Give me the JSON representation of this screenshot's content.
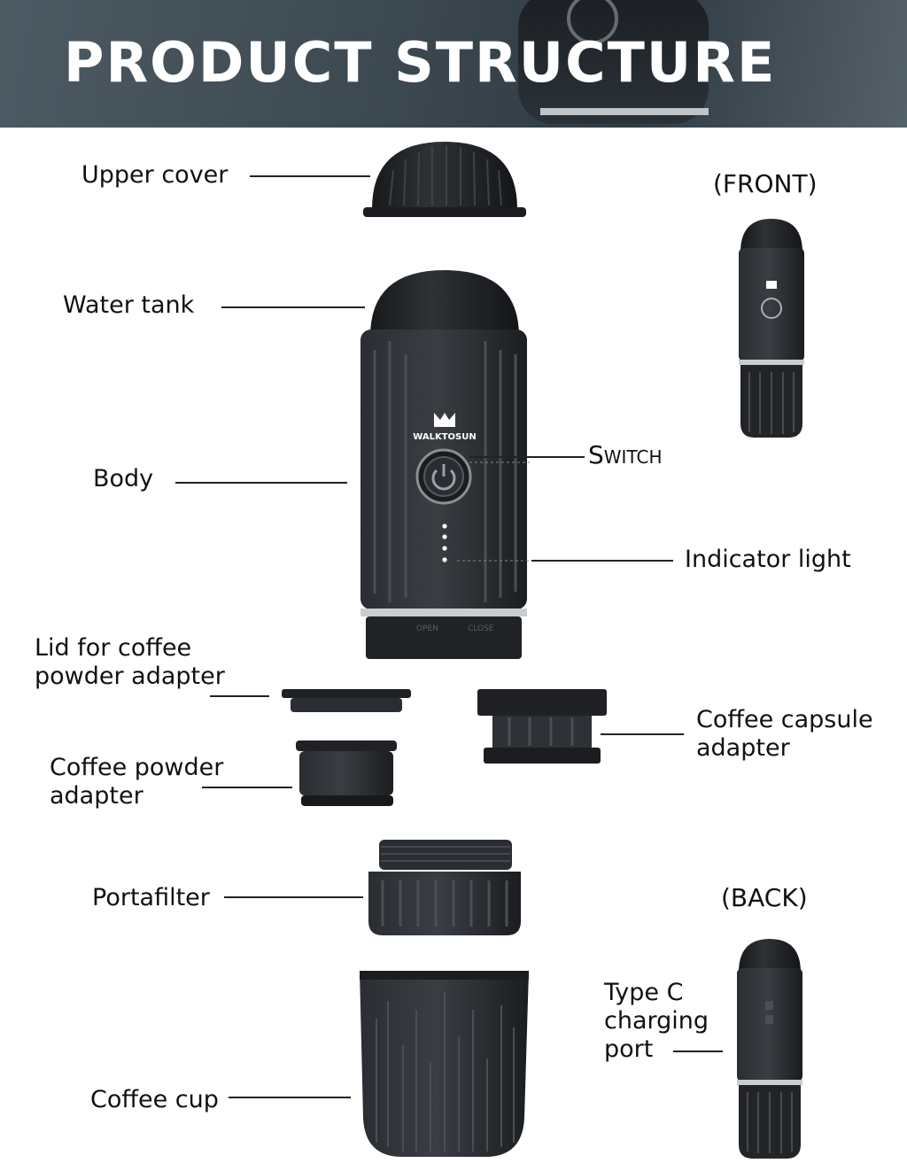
{
  "header": {
    "title": "PRODUCT STRUCTURE"
  },
  "views": {
    "front": "(FRONT)",
    "back": "(BACK)"
  },
  "brand": {
    "logo_text": "WALKTOSUN"
  },
  "rings": {
    "open": "OPEN",
    "close": "CLOSE"
  },
  "labels": {
    "upper_cover": "Upper cover",
    "water_tank": "Water tank",
    "body": "Body",
    "switch": "Switch",
    "indicator_light": "Indicator light",
    "lid_powder_adapter": "Lid for coffee\npowder adapter",
    "coffee_powder_adapter": "Coffee powder\nadapter",
    "coffee_capsule_adapter": "Coffee capsule\nadapter",
    "portafilter": "Portafilter",
    "coffee_cup": "Coffee cup",
    "type_c_port": "Type C\ncharging\nport"
  },
  "colors": {
    "product": "#1f2124",
    "accent_band": "#c9cdd0",
    "indicator": "#ffffff"
  }
}
